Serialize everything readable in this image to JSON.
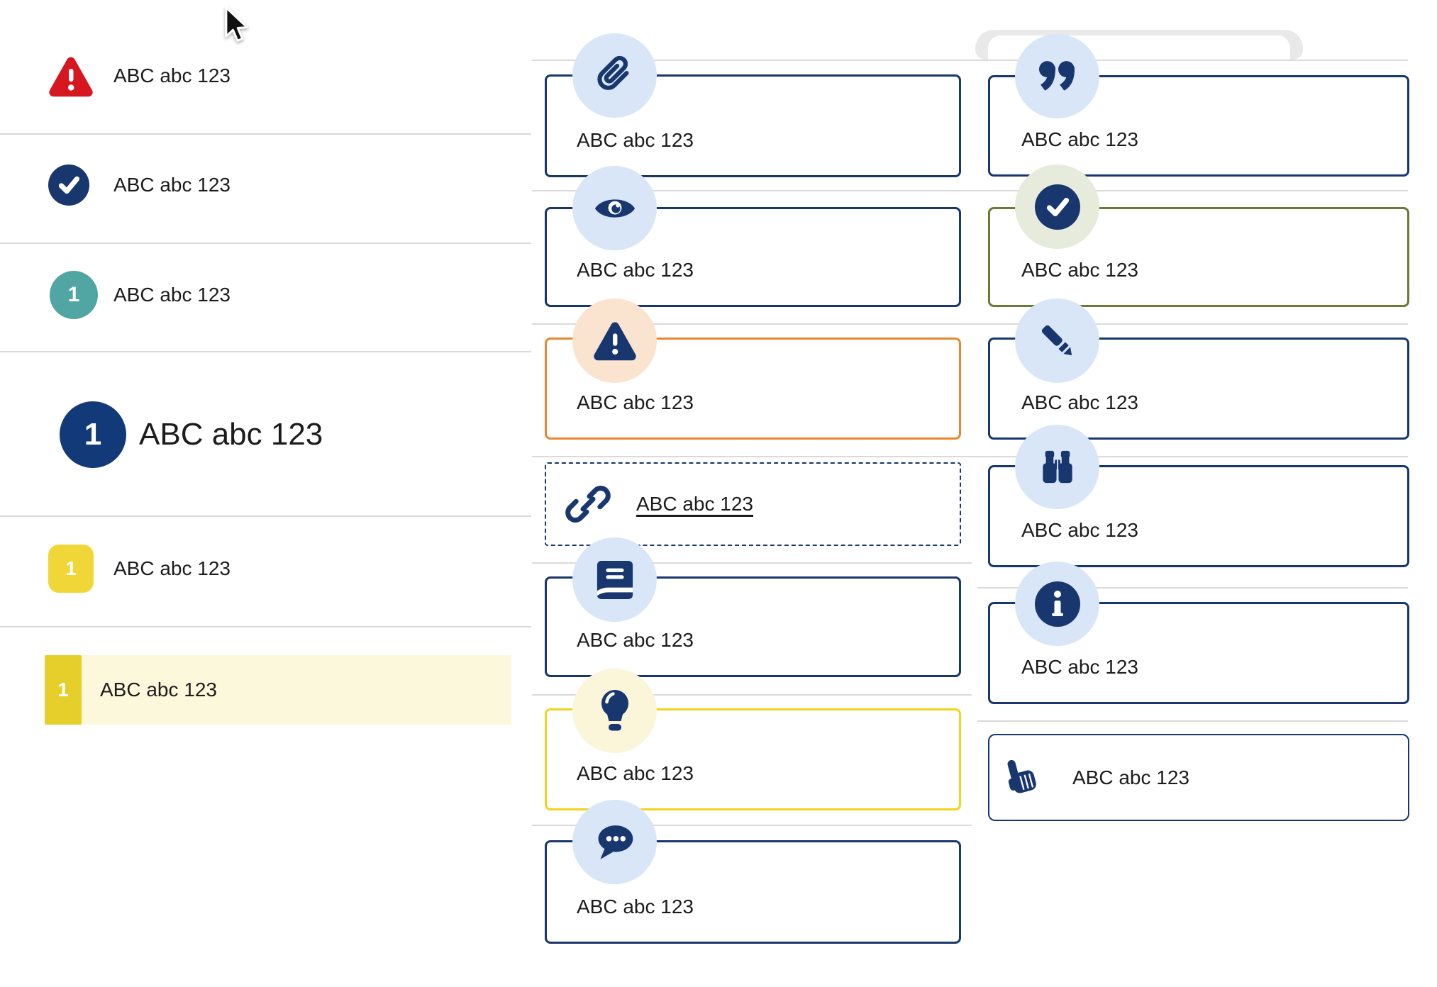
{
  "left_list": {
    "rows": [
      {
        "id": "alert",
        "icon": "warning-triangle-icon",
        "label": "ABC abc 123"
      },
      {
        "id": "complete",
        "icon": "check-circle-icon",
        "label": "ABC abc 123"
      },
      {
        "id": "step-teal",
        "badge": "1",
        "label": "ABC abc 123"
      },
      {
        "id": "step-large",
        "badge": "1",
        "label": "ABC abc 123"
      },
      {
        "id": "step-yellow",
        "badge": "1",
        "label": "ABC abc 123"
      },
      {
        "id": "step-highlighted",
        "badge": "1",
        "label": "ABC abc 123"
      }
    ]
  },
  "middle_cards": [
    {
      "icon": "paperclip-icon",
      "variant": "navy",
      "label": "ABC abc 123"
    },
    {
      "icon": "eye-icon",
      "variant": "navy",
      "label": "ABC abc 123"
    },
    {
      "icon": "warning-icon",
      "variant": "orange",
      "label": "ABC abc 123"
    },
    {
      "icon": "link-icon",
      "variant": "dashed",
      "label": "ABC abc 123"
    },
    {
      "icon": "book-icon",
      "variant": "navy",
      "label": "ABC abc 123"
    },
    {
      "icon": "lightbulb-icon",
      "variant": "yellow",
      "label": "ABC abc 123"
    },
    {
      "icon": "chat-icon",
      "variant": "navy",
      "label": "ABC abc 123"
    }
  ],
  "right_cards": [
    {
      "icon": "quote-icon",
      "variant": "navy",
      "label": "ABC abc 123"
    },
    {
      "icon": "check-icon",
      "variant": "olive",
      "label": "ABC abc 123"
    },
    {
      "icon": "pencil-icon",
      "variant": "navy",
      "label": "ABC abc 123"
    },
    {
      "icon": "binoculars-icon",
      "variant": "navy",
      "label": "ABC abc 123"
    },
    {
      "icon": "info-icon",
      "variant": "navy",
      "label": "ABC abc 123"
    },
    {
      "icon": "hand-pointer-icon",
      "variant": "action",
      "label": "ABC abc 123"
    }
  ],
  "colors": {
    "navy": "#17376e",
    "red": "#d7171f",
    "teal": "#51a5a2",
    "orange": "#e8872f",
    "olive": "#6b7a35",
    "card_yellow": "#f0d51a",
    "badge_yellow": "#f0d737",
    "highlight_block_yellow": "#e6cf2a",
    "highlight_band": "#fcf8dc",
    "pale_blue": "#d9e6f8",
    "peach": "#fae3cf",
    "pale_yellow": "#fbf6da",
    "pale_green": "#e7ebdc",
    "divider_gray": "#d9d9d9",
    "text": "#1c1c1c"
  }
}
